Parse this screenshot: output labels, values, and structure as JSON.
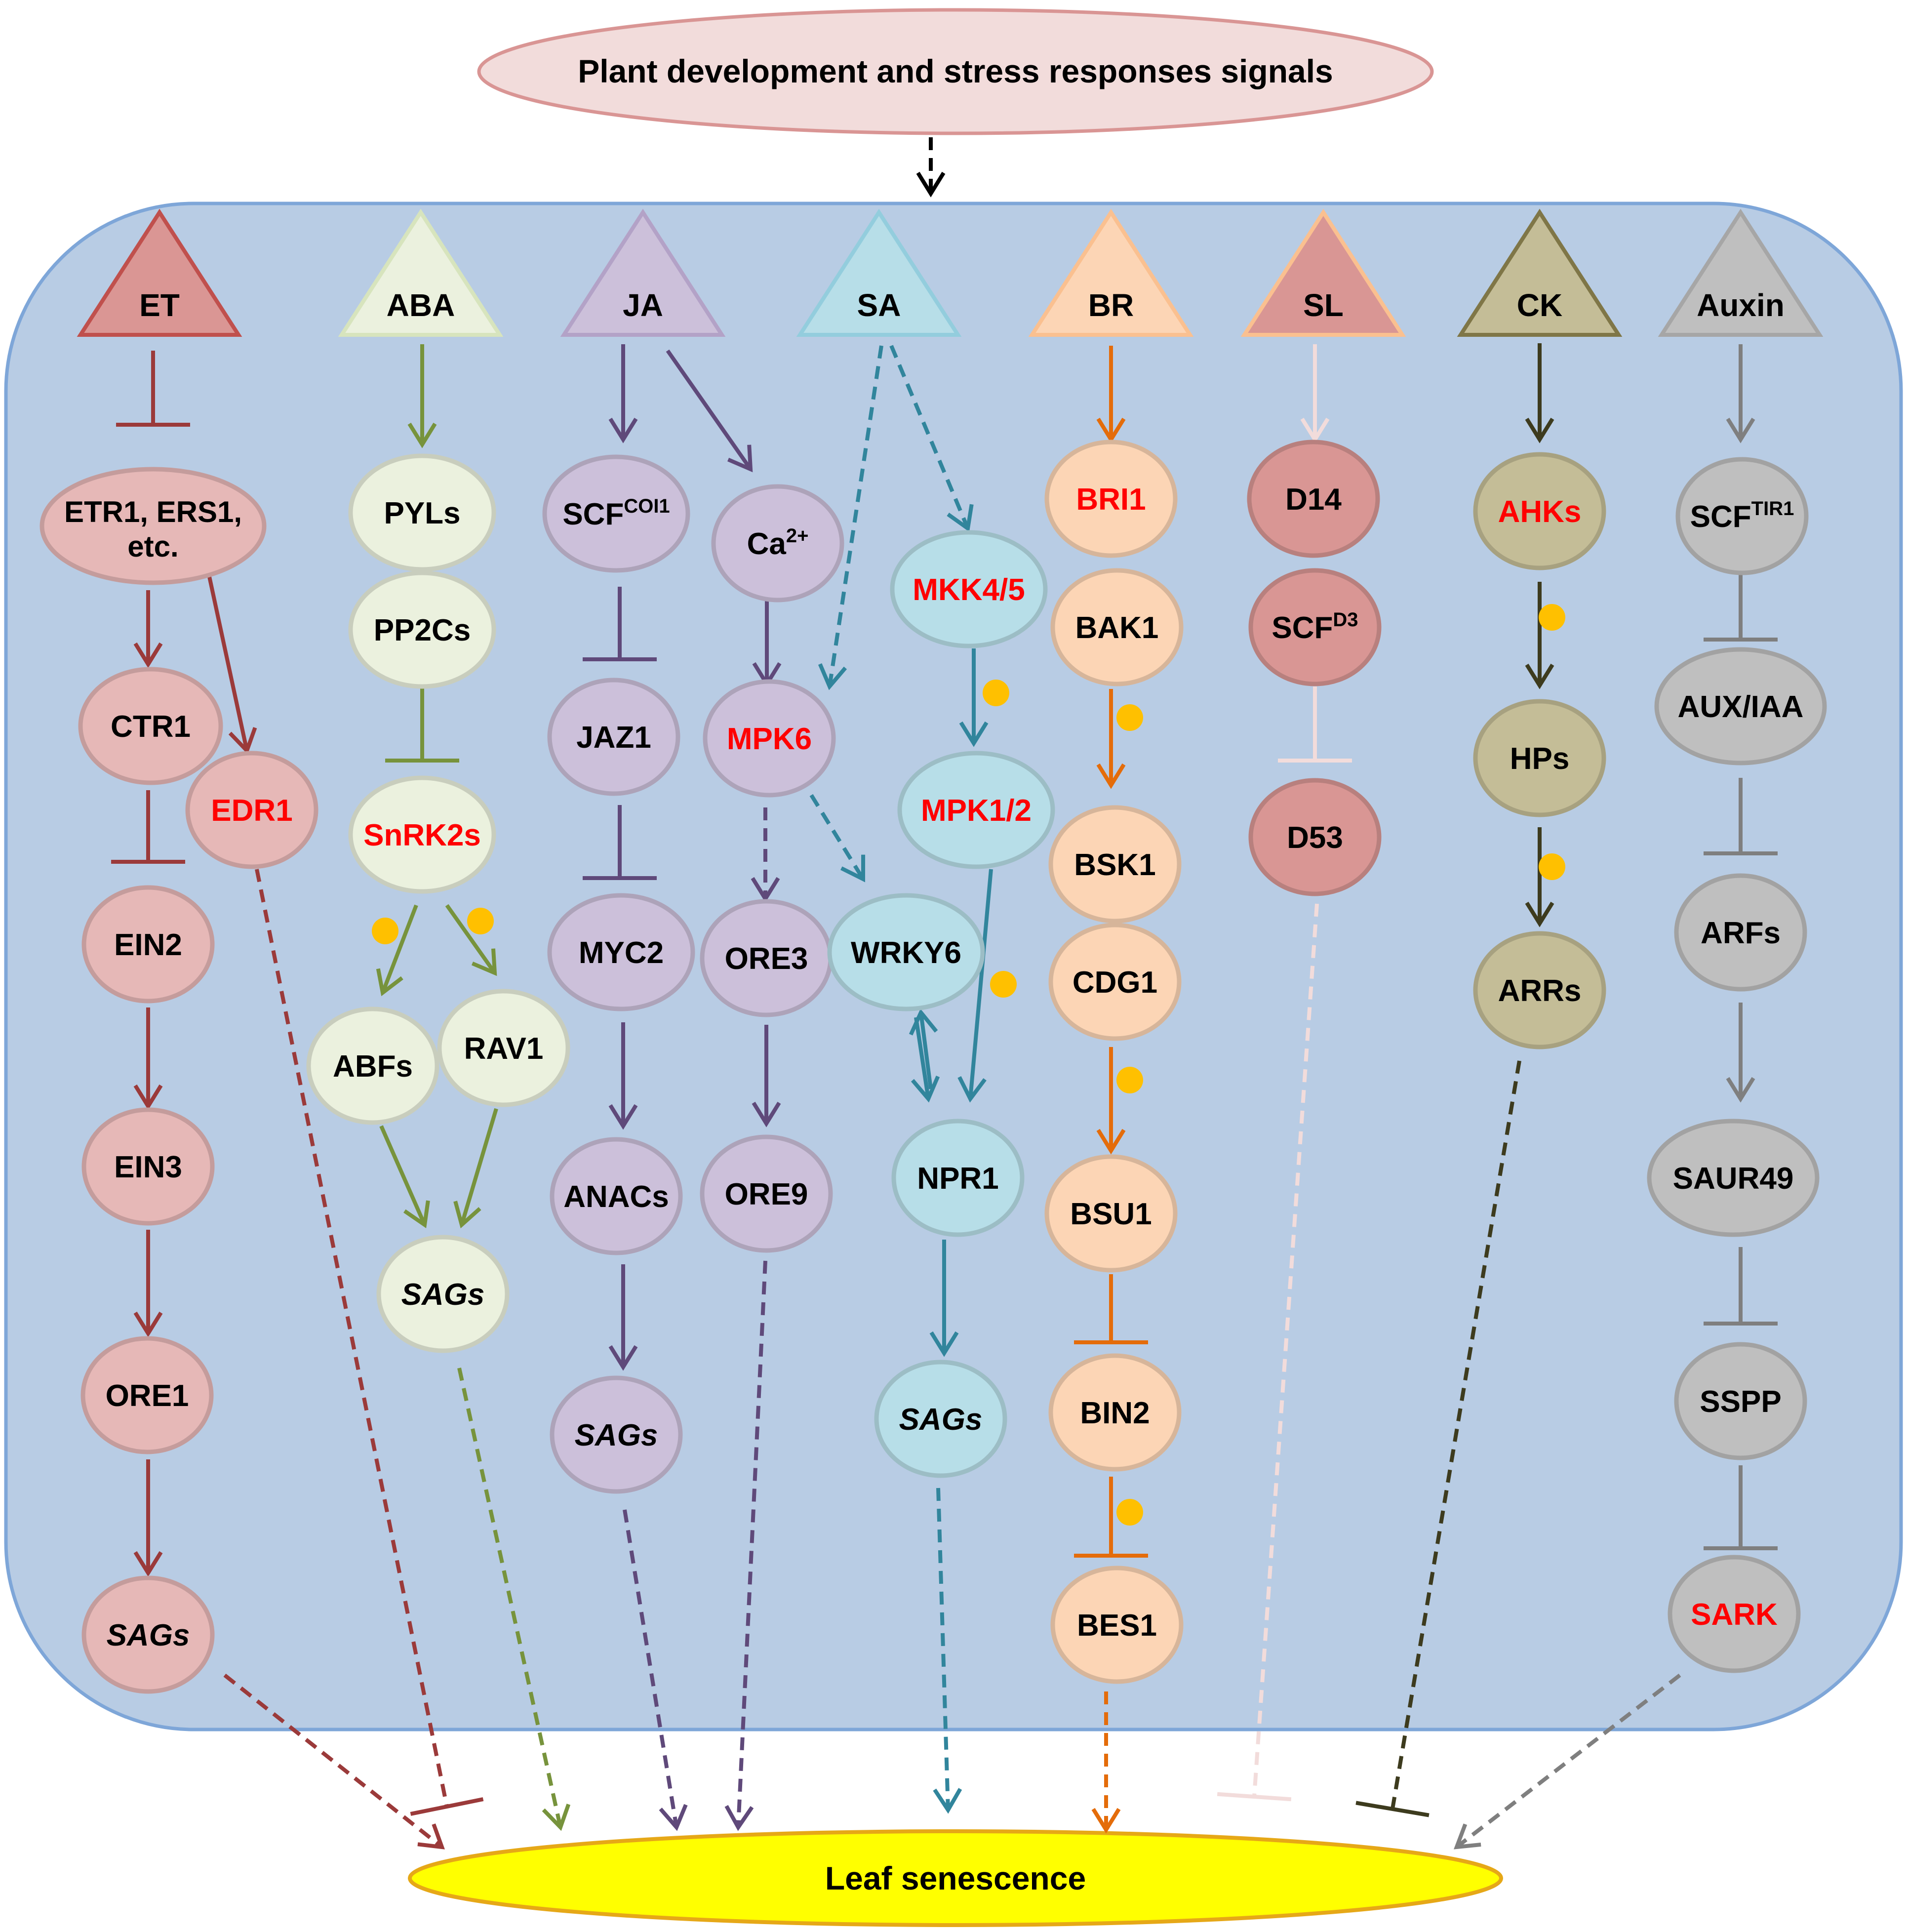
{
  "top_signal": "Plant development and stress responses signals",
  "bottom": "Leaf senescence",
  "colors": {
    "panel_fill": "#b8cce4",
    "panel_stroke": "#7ea6d8",
    "senescence_fill": "#ffff00",
    "senescence_stroke": "#e6a817",
    "signal_fill": "#f2dcdb",
    "signal_stroke": "#d99594",
    "phospho_dot": "#ffc000",
    "highlight_text": "#ff0000"
  },
  "hormones": [
    {
      "id": "et",
      "label": "ET",
      "color": "#9b3a3a",
      "node_fill": "#e6b8b7",
      "tri_fill": "#da9694",
      "tri_stroke": "#c0504d"
    },
    {
      "id": "aba",
      "label": "ABA",
      "color": "#77933c",
      "node_fill": "#ebf1de",
      "tri_fill": "#ebf1de",
      "tri_stroke": "#d7e4bd"
    },
    {
      "id": "ja",
      "label": "JA",
      "color": "#5f497a",
      "node_fill": "#ccc0da",
      "tri_fill": "#ccc0da",
      "tri_stroke": "#b3a2c7"
    },
    {
      "id": "sa",
      "label": "SA",
      "color": "#31859c",
      "node_fill": "#b7dee8",
      "tri_fill": "#b7dee8",
      "tri_stroke": "#93cddd"
    },
    {
      "id": "br",
      "label": "BR",
      "color": "#e46c0a",
      "node_fill": "#fcd5b5",
      "tri_fill": "#fcd5b5",
      "tri_stroke": "#fac090"
    },
    {
      "id": "sl",
      "label": "SL",
      "color": "#f2dcdb",
      "node_fill": "#d99694",
      "tri_fill": "#d99694",
      "tri_stroke": "#fac090"
    },
    {
      "id": "ck",
      "label": "CK",
      "color": "#3d3b1e",
      "node_fill": "#c4bd97",
      "tri_fill": "#c4bd97",
      "tri_stroke": "#7f7647"
    },
    {
      "id": "auxin",
      "label": "Auxin",
      "color": "#7f7f7f",
      "node_fill": "#bfbfbf",
      "tri_fill": "#bfbfbf",
      "tri_stroke": "#a6a6a6"
    }
  ],
  "nodes": {
    "et": [
      {
        "label": "ETR1, ERS1,",
        "label2": "etc."
      },
      {
        "label": "CTR1"
      },
      {
        "label": "EDR1",
        "red": true
      },
      {
        "label": "EIN2"
      },
      {
        "label": "EIN3"
      },
      {
        "label": "ORE1"
      },
      {
        "label": "SAGs",
        "italic": true
      }
    ],
    "aba": [
      {
        "label": "PYLs"
      },
      {
        "label": "PP2Cs"
      },
      {
        "label": "SnRK2s",
        "red": true
      },
      {
        "label": "ABFs"
      },
      {
        "label": "RAV1"
      },
      {
        "label": "SAGs",
        "italic": true
      }
    ],
    "ja": [
      {
        "label": "SCF",
        "sup": "COI1"
      },
      {
        "label": "Ca",
        "sup": "2+"
      },
      {
        "label": "JAZ1"
      },
      {
        "label": "MPK6",
        "red": true
      },
      {
        "label": "MYC2"
      },
      {
        "label": "ORE3"
      },
      {
        "label": "ANACs"
      },
      {
        "label": "ORE9"
      },
      {
        "label": "SAGs",
        "italic": true
      }
    ],
    "sa": [
      {
        "label": "MKK4/5",
        "red": true
      },
      {
        "label": "MPK1/2",
        "red": true
      },
      {
        "label": "WRKY6"
      },
      {
        "label": "NPR1"
      },
      {
        "label": "SAGs",
        "italic": true
      }
    ],
    "br": [
      {
        "label": "BRI1",
        "red": true
      },
      {
        "label": "BAK1"
      },
      {
        "label": "BSK1"
      },
      {
        "label": "CDG1"
      },
      {
        "label": "BSU1"
      },
      {
        "label": "BIN2"
      },
      {
        "label": "BES1"
      }
    ],
    "sl": [
      {
        "label": "D14"
      },
      {
        "label": "SCF",
        "sup": "D3"
      },
      {
        "label": "D53"
      }
    ],
    "ck": [
      {
        "label": "AHKs",
        "red": true
      },
      {
        "label": "HPs"
      },
      {
        "label": "ARRs"
      }
    ],
    "auxin": [
      {
        "label": "SCF",
        "sup": "TIR1"
      },
      {
        "label": "AUX/IAA"
      },
      {
        "label": "ARFs"
      },
      {
        "label": "SAUR49"
      },
      {
        "label": "SSPP"
      },
      {
        "label": "SARK",
        "red": true
      }
    ]
  }
}
